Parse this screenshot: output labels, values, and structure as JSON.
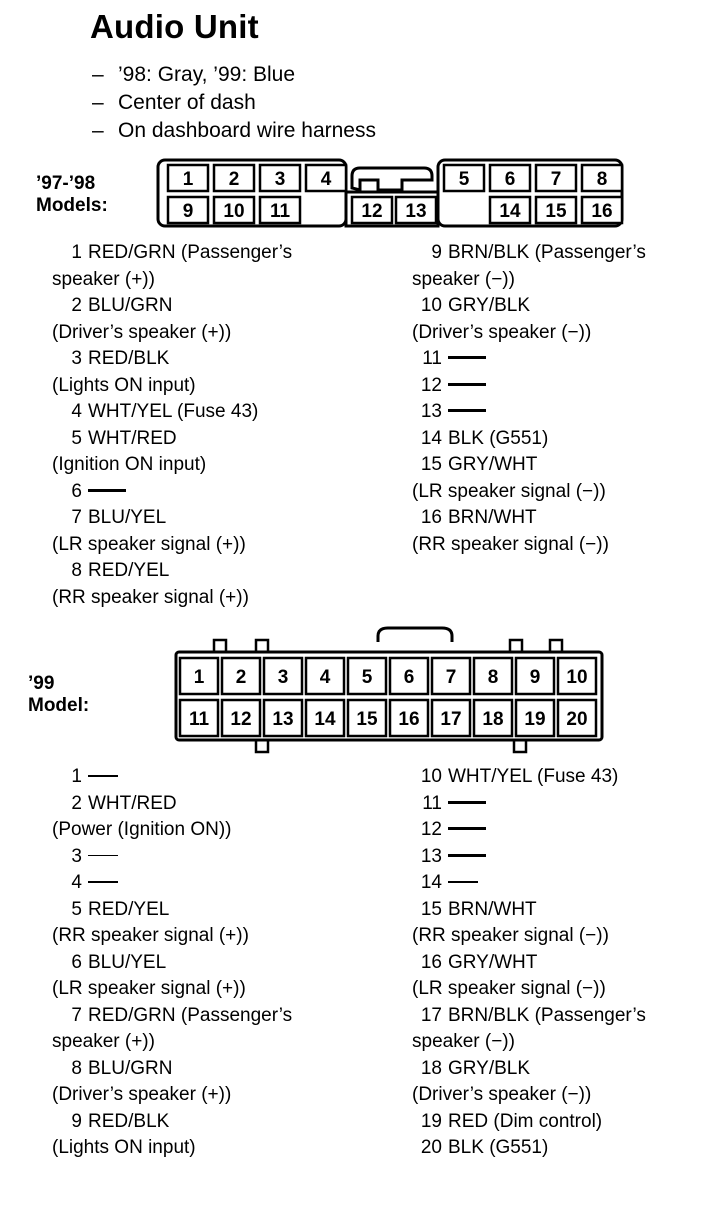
{
  "title": "Audio Unit",
  "notes": [
    "’98: Gray, ’99: Blue",
    "Center of dash",
    "On dashboard wire harness"
  ],
  "connector1": {
    "label_line1": "’97-’98",
    "label_line2": "Models:",
    "top_row": [
      "1",
      "2",
      "3",
      "4",
      "5",
      "6",
      "7",
      "8"
    ],
    "bottom_row": [
      "9",
      "10",
      "11",
      "12",
      "13",
      "14",
      "15",
      "16"
    ]
  },
  "pins1_left": [
    {
      "num": "1",
      "line1": "RED/GRN (Passenger’s",
      "line2": "speaker (+))"
    },
    {
      "num": "2",
      "line1": "BLU/GRN",
      "line2": "(Driver’s speaker (+))"
    },
    {
      "num": "3",
      "line1": "RED/BLK",
      "line2": "(Lights ON input)"
    },
    {
      "num": "4",
      "line1": "WHT/YEL (Fuse 43)"
    },
    {
      "num": "5",
      "line1": "WHT/RED",
      "line2": "(Ignition ON input)"
    },
    {
      "num": "6",
      "line1": "—"
    },
    {
      "num": "7",
      "line1": "BLU/YEL",
      "line2": "(LR speaker signal (+))"
    },
    {
      "num": "8",
      "line1": "RED/YEL",
      "line2": "(RR speaker signal (+))"
    }
  ],
  "pins1_right": [
    {
      "num": "9",
      "line1": "BRN/BLK (Passenger’s",
      "line2": "speaker (−))"
    },
    {
      "num": "10",
      "line1": "GRY/BLK",
      "line2": "(Driver’s speaker (−))"
    },
    {
      "num": "11",
      "line1": "—"
    },
    {
      "num": "12",
      "line1": "—"
    },
    {
      "num": "13",
      "line1": "—"
    },
    {
      "num": "14",
      "line1": "BLK (G551)"
    },
    {
      "num": "15",
      "line1": "GRY/WHT",
      "line2": "(LR speaker signal (−))"
    },
    {
      "num": "16",
      "line1": "BRN/WHT",
      "line2": "(RR speaker signal (−))"
    }
  ],
  "connector2": {
    "label_line1": "’99",
    "label_line2": "Model:",
    "top_row": [
      "1",
      "2",
      "3",
      "4",
      "5",
      "6",
      "7",
      "8",
      "9",
      "10"
    ],
    "bottom_row": [
      "11",
      "12",
      "13",
      "14",
      "15",
      "16",
      "17",
      "18",
      "19",
      "20"
    ]
  },
  "pins2_left": [
    {
      "num": "1",
      "line1": "—"
    },
    {
      "num": "2",
      "line1": "WHT/RED",
      "line2": "(Power (Ignition ON))"
    },
    {
      "num": "3",
      "line1": "—"
    },
    {
      "num": "4",
      "line1": "—"
    },
    {
      "num": "5",
      "line1": "RED/YEL",
      "line2": "(RR speaker signal (+))"
    },
    {
      "num": "6",
      "line1": "BLU/YEL",
      "line2": "(LR speaker signal (+))"
    },
    {
      "num": "7",
      "line1": "RED/GRN (Passenger’s",
      "line2": "speaker (+))"
    },
    {
      "num": "8",
      "line1": "BLU/GRN",
      "line2": "(Driver’s speaker (+))"
    },
    {
      "num": "9",
      "line1": "RED/BLK",
      "line2": "(Lights ON input)"
    }
  ],
  "pins2_right": [
    {
      "num": "10",
      "line1": "WHT/YEL (Fuse 43)"
    },
    {
      "num": "11",
      "line1": "—"
    },
    {
      "num": "12",
      "line1": "—"
    },
    {
      "num": "13",
      "line1": "—"
    },
    {
      "num": "14",
      "line1": "—"
    },
    {
      "num": "15",
      "line1": "BRN/WHT",
      "line2": "(RR speaker signal (−))"
    },
    {
      "num": "16",
      "line1": "GRY/WHT",
      "line2": "(LR speaker signal (−))"
    },
    {
      "num": "17",
      "line1": "BRN/BLK (Passenger’s",
      "line2": "speaker (−))"
    },
    {
      "num": "18",
      "line1": "GRY/BLK",
      "line2": "(Driver’s speaker (−))"
    },
    {
      "num": "19",
      "line1": "RED (Dim control)"
    },
    {
      "num": "20",
      "line1": "BLK (G551)"
    }
  ]
}
